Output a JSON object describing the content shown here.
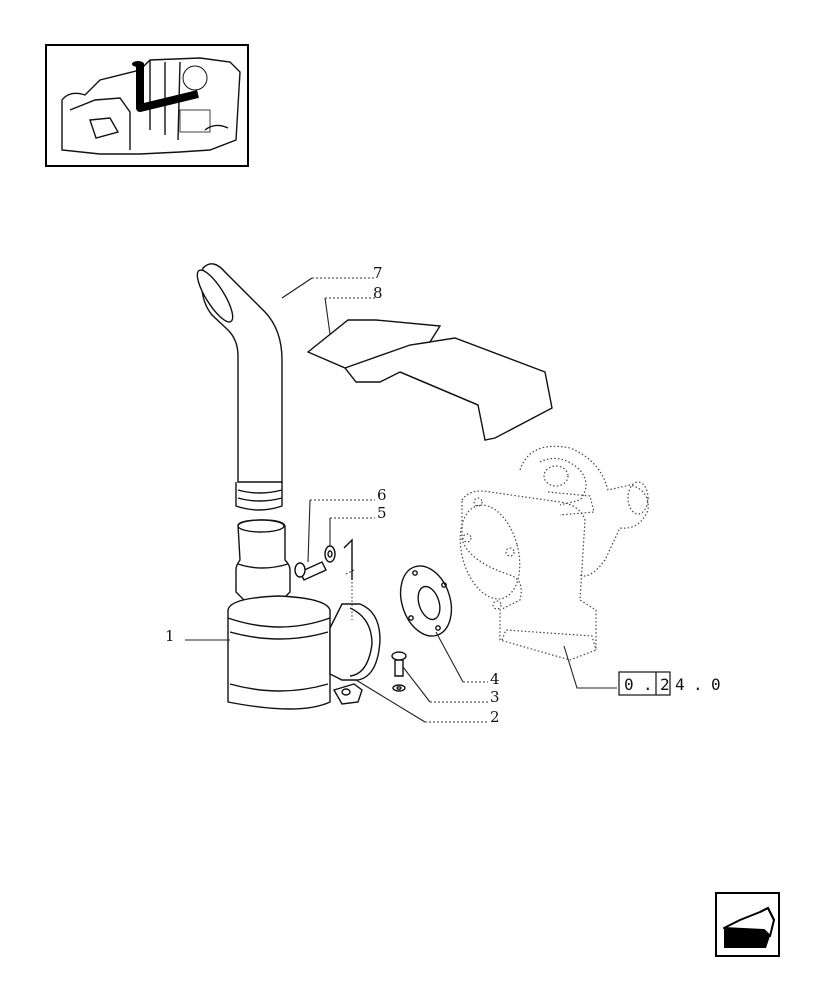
{
  "callouts": {
    "c1": "1",
    "c2": "2",
    "c3": "3",
    "c4": "4",
    "c5": "5",
    "c6": "6",
    "c7": "7",
    "c8": "8"
  },
  "reference": {
    "boxed": [
      "0",
      "2"
    ],
    "sep": ".",
    "tail": [
      "4",
      "0"
    ]
  },
  "icons": {
    "thumbnail": "machine-overview-thumbnail",
    "nav": "back-arrow-icon"
  }
}
